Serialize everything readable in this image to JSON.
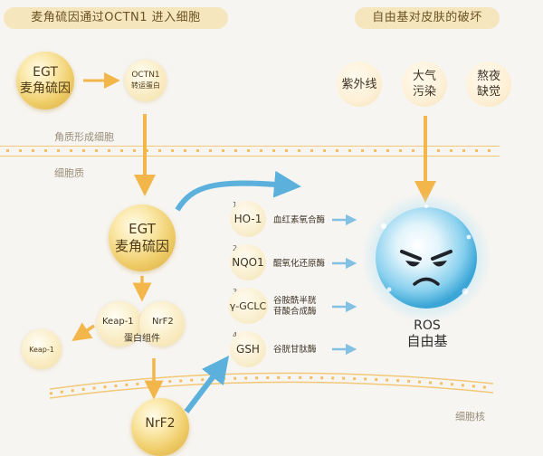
{
  "headers": {
    "left": "麦角硫因通过OCTN1 进入细胞",
    "right": "自由基对皮肤的破坏"
  },
  "zones": {
    "stratum": "角质形成细胞",
    "cytoplasm": "细胞质",
    "nucleus": "细胞核"
  },
  "egt_top": {
    "line1": "EGT",
    "line2": "麦角硫因"
  },
  "octn1": {
    "line1": "OCTN1",
    "line2": "转运蛋白"
  },
  "damage": [
    {
      "line1": "紫外线",
      "line2": ""
    },
    {
      "line1": "大气",
      "line2": "污染"
    },
    {
      "line1": "熬夜",
      "line2": "缺觉"
    }
  ],
  "egt_mid": {
    "line1": "EGT",
    "line2": "麦角硫因"
  },
  "complex": {
    "left": "Keap-1",
    "right": "NrF2",
    "bottom": "蛋白组件"
  },
  "keap_small": "Keap-1",
  "nrf2": "NrF2",
  "enzymes": [
    {
      "num": "1",
      "name": "HO-1",
      "desc1": "血红素氧合酶",
      "desc2": ""
    },
    {
      "num": "2",
      "name": "NQO1",
      "desc1": "醌氧化还原酶",
      "desc2": ""
    },
    {
      "num": "3",
      "name": "γ-GCLC",
      "desc1": "谷胺酰半胱",
      "desc2": "苷酸合成酶"
    },
    {
      "num": "4",
      "name": "GSH",
      "desc1": "谷胱甘肽酶",
      "desc2": ""
    }
  ],
  "ros": {
    "line1": "ROS",
    "line2": "自由基"
  },
  "colors": {
    "arrow_orange": "#f3b64a",
    "arrow_blue": "#5bb0dc",
    "membrane": "#f4bf63",
    "pill": "#f6e6be"
  }
}
